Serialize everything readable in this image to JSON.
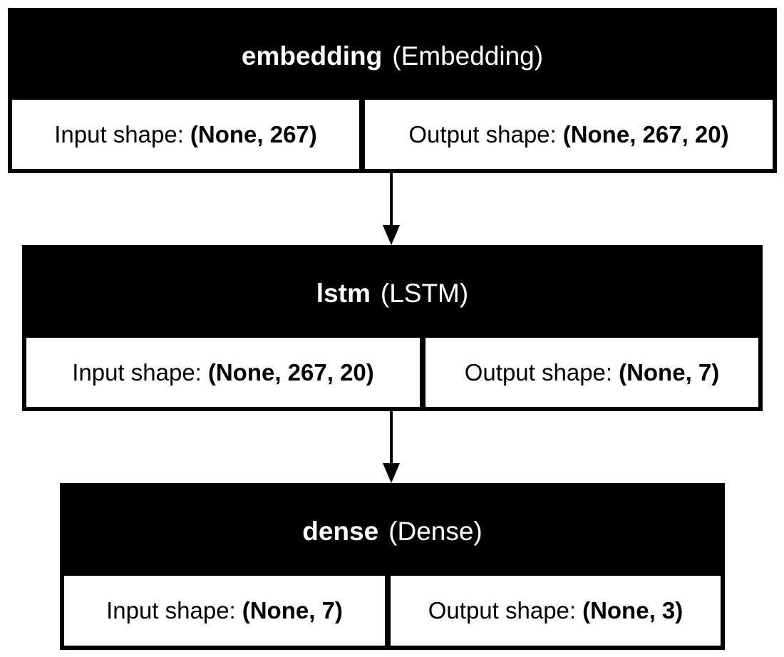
{
  "layers": [
    {
      "name": "embedding",
      "type": "(Embedding)",
      "input_label": "Input shape:",
      "input_shape": "(None, 267)",
      "output_label": "Output shape:",
      "output_shape": "(None, 267, 20)"
    },
    {
      "name": "lstm",
      "type": "(LSTM)",
      "input_label": "Input shape:",
      "input_shape": "(None, 267, 20)",
      "output_label": "Output shape:",
      "output_shape": "(None, 7)"
    },
    {
      "name": "dense",
      "type": "(Dense)",
      "input_label": "Input shape:",
      "input_shape": "(None, 7)",
      "output_label": "Output shape:",
      "output_shape": "(None, 3)"
    }
  ],
  "colors": {
    "header_bg": "#000000",
    "header_text": "#ffffff",
    "border": "#000000",
    "background": "#ffffff"
  }
}
